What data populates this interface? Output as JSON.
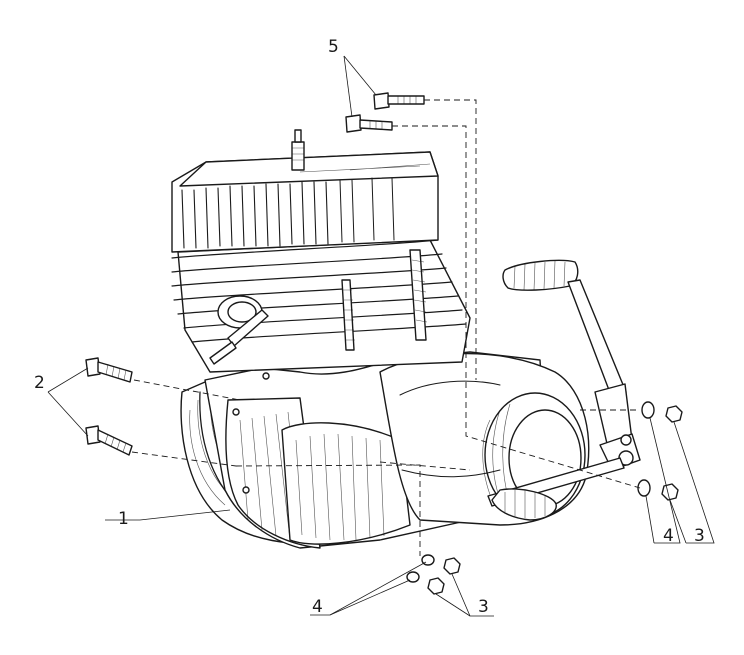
{
  "callouts": {
    "c1": "1",
    "c2": "2",
    "c3_bottom": "3",
    "c3_right": "3",
    "c4_bottom": "4",
    "c4_right": "4",
    "c5": "5"
  },
  "colors": {
    "ink": "#1a1a1a",
    "paper": "#ffffff"
  }
}
